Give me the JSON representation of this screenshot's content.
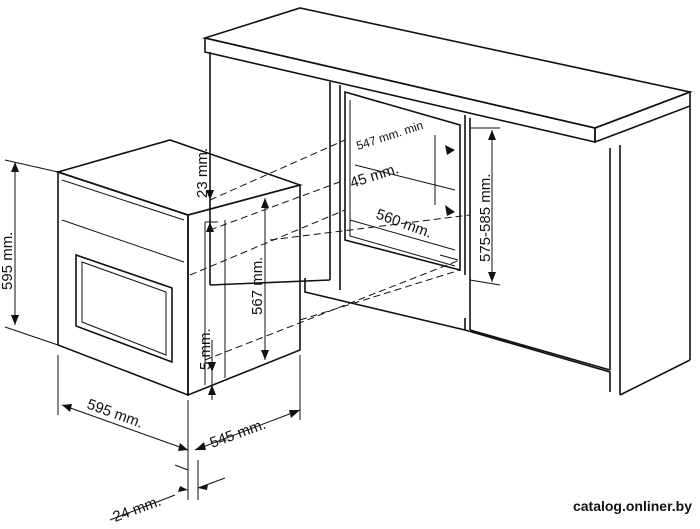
{
  "diagram": {
    "dimensions": {
      "oven_height": "595 mm.",
      "oven_width": "595 mm.",
      "oven_depth": "545 mm.",
      "front_depth": "24 mm.",
      "top_gap": "23 mm.",
      "inner_height": "567 mm.",
      "bottom_gap": "5 mm.",
      "niche_depth_min": "547 mm. min",
      "niche_rear_gap": "45 mm.",
      "niche_width": "560 mm.",
      "niche_height": "575-585 mm."
    }
  },
  "watermark": "catalog.onliner.by"
}
